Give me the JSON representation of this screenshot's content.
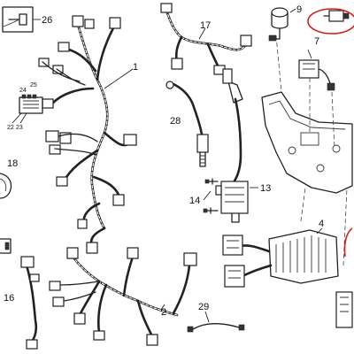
{
  "callouts": {
    "p1": "1",
    "p2": "2",
    "p4": "4",
    "p7": "7",
    "p9": "9",
    "p13": "13",
    "p14": "14",
    "p16": "16",
    "p17": "17",
    "p18": "18",
    "p22": "22",
    "p23": "23",
    "p24": "24",
    "p25": "25",
    "p26": "26",
    "p28": "28",
    "p29": "29"
  },
  "highlight_color": "#d11f1f"
}
